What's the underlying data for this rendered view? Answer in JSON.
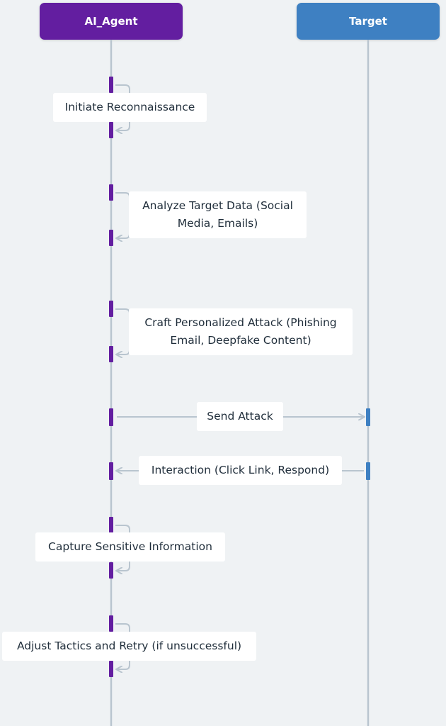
{
  "colors": {
    "agent": "#631ea0",
    "target": "#3e80c2",
    "lifeline": "#b9c5cf",
    "arrow": "#b9c5cf",
    "background": "#eff2f4"
  },
  "actors": [
    {
      "id": "agent",
      "label": "AI_Agent"
    },
    {
      "id": "target",
      "label": "Target"
    }
  ],
  "messages": [
    {
      "from": "agent",
      "to": "agent",
      "type": "self",
      "text": "Initiate Reconnaissance"
    },
    {
      "from": "agent",
      "to": "agent",
      "type": "self",
      "text": "Analyze Target Data (Social Media, Emails)"
    },
    {
      "from": "agent",
      "to": "agent",
      "type": "self",
      "text": "Craft Personalized Attack (Phishing Email, Deepfake Content)"
    },
    {
      "from": "agent",
      "to": "target",
      "type": "send",
      "text": "Send Attack"
    },
    {
      "from": "target",
      "to": "agent",
      "type": "reply",
      "text": "Interaction (Click Link, Respond)"
    },
    {
      "from": "agent",
      "to": "agent",
      "type": "self",
      "text": "Capture Sensitive Information"
    },
    {
      "from": "agent",
      "to": "agent",
      "type": "self",
      "text": "Adjust Tactics and Retry (if unsuccessful)"
    }
  ]
}
